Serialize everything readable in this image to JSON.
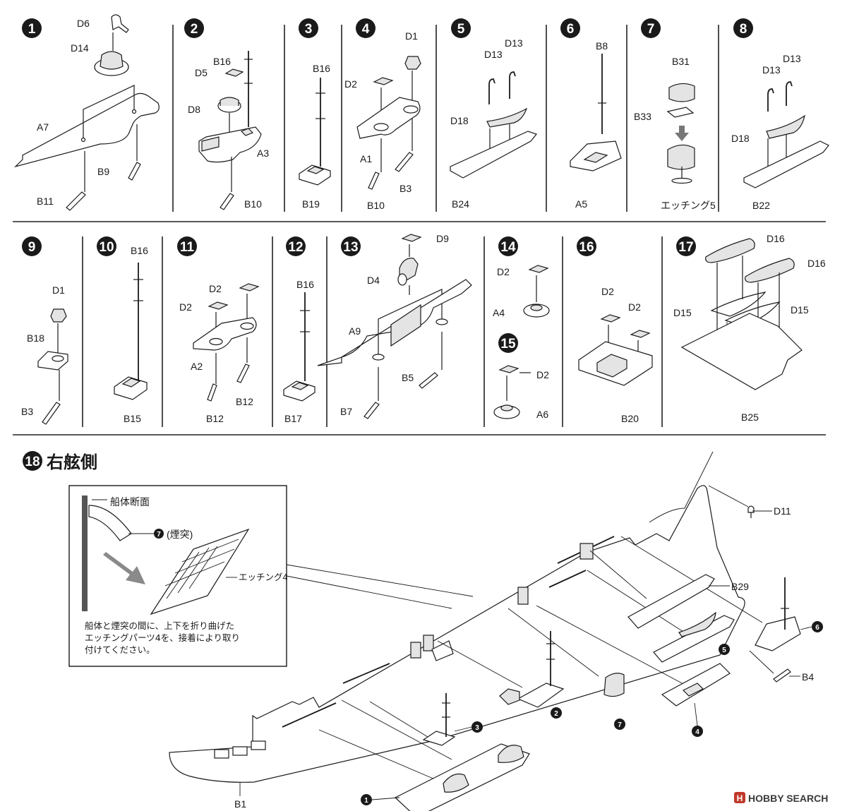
{
  "steps": {
    "s1": {
      "num": "1",
      "labels": {
        "d6": "D6",
        "d14": "D14",
        "a7": "A7",
        "b9": "B9",
        "b11": "B11"
      }
    },
    "s2": {
      "num": "2",
      "labels": {
        "b16": "B16",
        "d5": "D5",
        "d8": "D8",
        "a3": "A3",
        "b10": "B10"
      }
    },
    "s3": {
      "num": "3",
      "labels": {
        "b16": "B16",
        "b19": "B19"
      }
    },
    "s4": {
      "num": "4",
      "labels": {
        "d1": "D1",
        "d2": "D2",
        "a1": "A1",
        "b3": "B3",
        "b10": "B10"
      }
    },
    "s5": {
      "num": "5",
      "labels": {
        "d13a": "D13",
        "d13b": "D13",
        "d18": "D18",
        "b24": "B24"
      }
    },
    "s6": {
      "num": "6",
      "labels": {
        "b8": "B8",
        "a5": "A5"
      }
    },
    "s7": {
      "num": "7",
      "labels": {
        "b31": "B31",
        "b33": "B33",
        "etch5": "エッチング5"
      }
    },
    "s8": {
      "num": "8",
      "labels": {
        "d13a": "D13",
        "d13b": "D13",
        "d18": "D18",
        "b22": "B22"
      }
    },
    "s9": {
      "num": "9",
      "labels": {
        "d1": "D1",
        "b18": "B18",
        "b3": "B3"
      }
    },
    "s10": {
      "num": "10",
      "labels": {
        "b16": "B16",
        "b15": "B15"
      }
    },
    "s11": {
      "num": "11",
      "labels": {
        "d2a": "D2",
        "d2b": "D2",
        "a2": "A2",
        "b12a": "B12",
        "b12b": "B12"
      }
    },
    "s12": {
      "num": "12",
      "labels": {
        "b16": "B16",
        "b17": "B17"
      }
    },
    "s13": {
      "num": "13",
      "labels": {
        "d9": "D9",
        "d4": "D4",
        "a9": "A9",
        "b5": "B5",
        "b7": "B7"
      }
    },
    "s14": {
      "num": "14",
      "labels": {
        "d2": "D2",
        "a4": "A4"
      }
    },
    "s15": {
      "num": "15",
      "labels": {
        "d2": "D2",
        "a6": "A6"
      }
    },
    "s16": {
      "num": "16",
      "labels": {
        "d2a": "D2",
        "d2b": "D2",
        "b20": "B20"
      }
    },
    "s17": {
      "num": "17",
      "labels": {
        "d16a": "D16",
        "d16b": "D16",
        "d15a": "D15",
        "d15b": "D15",
        "b25": "B25"
      }
    }
  },
  "step18": {
    "num": "18",
    "title": "右舷側",
    "inset": {
      "hull_section": "船体断面",
      "funnel_ref": "(煙突)",
      "funnel_step": "7",
      "etching": "エッチング4",
      "note_lines": [
        "船体と煙突の間に、上下を折り曲げた",
        "エッチングパーツ4を、接着により取り",
        "付けてください。"
      ]
    },
    "labels": {
      "d11": "D11",
      "b29": "B29",
      "b4": "B4",
      "b1": "B1"
    },
    "callouts": [
      "1",
      "2",
      "3",
      "4",
      "5",
      "6",
      "7"
    ]
  },
  "watermark": {
    "brand": "HOBBY SEARCH"
  }
}
